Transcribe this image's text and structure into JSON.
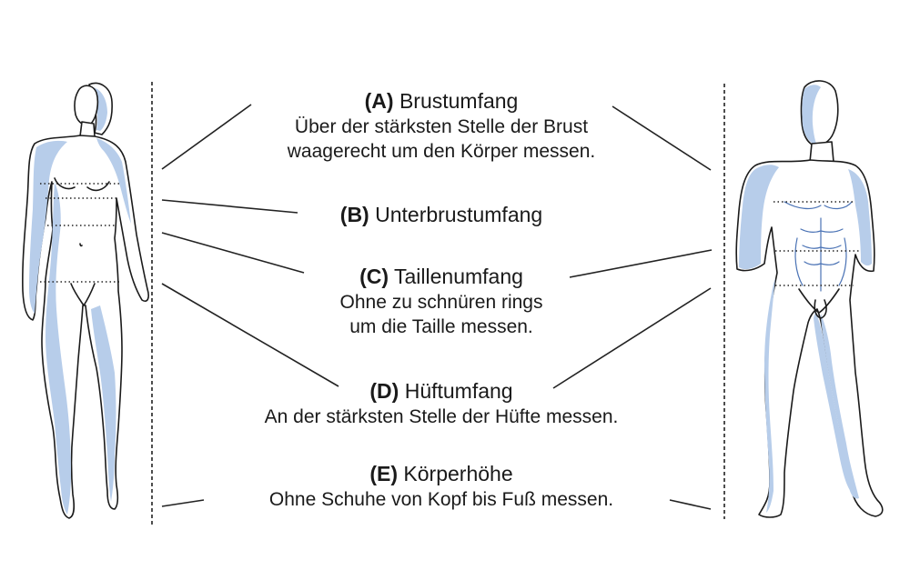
{
  "measurements": [
    {
      "letter": "(A)",
      "name": "Brustumfang",
      "description": [
        "Über der stärksten Stelle der Brust",
        "waagerecht um den Körper messen."
      ]
    },
    {
      "letter": "(B)",
      "name": "Unterbrustumfang",
      "description": []
    },
    {
      "letter": "(C)",
      "name": "Taillenumfang",
      "description": [
        "Ohne zu schnüren rings",
        "um die Taille messen."
      ]
    },
    {
      "letter": "(D)",
      "name": "Hüftumfang",
      "description": [
        "An der stärksten Stelle der Hüfte messen."
      ]
    },
    {
      "letter": "(E)",
      "name": "Körperhöhe",
      "description": [
        "Ohne Schuhe von Kopf bis Fuß messen."
      ]
    }
  ],
  "colors": {
    "shading": "#b7cdea",
    "line": "#1b1b1b",
    "muscle_detail": "#4b73b5"
  }
}
